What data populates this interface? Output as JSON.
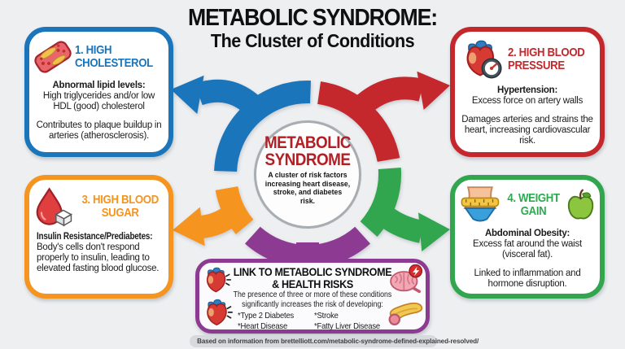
{
  "header": {
    "title_line1": "METABOLIC SYNDROME:",
    "title_line2": "The Cluster of Conditions"
  },
  "center_hub": {
    "title_line1": "METABOLIC",
    "title_line2": "SYNDROME",
    "desc_lines": [
      "A cluster of risk factors",
      "increasing heart disease,",
      "stroke, and diabetes",
      "risk."
    ]
  },
  "boxes": {
    "cholesterol": {
      "title_line1": "1. HIGH",
      "title_line2": "CHOLESTEROL",
      "lead": "Abnormal lipid levels:",
      "body1": "High triglycerides and/or low HDL (good) cholesterol",
      "body2": "Contributes to plaque buildup in arteries (atherosclerosis).",
      "accent": "#1b75bb",
      "icon": "artery-plaque-icon"
    },
    "blood_pressure": {
      "title_line1": "2. HIGH BLOOD",
      "title_line2": "PRESSURE",
      "lead": "Hypertension:",
      "body1": "Excess force on artery walls",
      "body2": "Damages arteries and strains the heart, increasing cardiovascular risk.",
      "accent": "#c5282c",
      "icon": "heart-gauge-icon"
    },
    "blood_sugar": {
      "title_line1": "3. HIGH BLOOD",
      "title_line2": "SUGAR",
      "lead": "Insulin Resistance/Prediabetes:",
      "body1": "Body's cells don't respond properly to insulin, leading to elevated fasting blood glucose.",
      "accent": "#f5941f",
      "icon": "blood-drop-sugar-cube-icon"
    },
    "weight_gain": {
      "title_line1": "4. WEIGHT",
      "title_line2": "GAIN",
      "lead": "Abdominal Obesity:",
      "body1": "Excess fat around the waist (visceral fat).",
      "body2": "Linked to inflammation and hormone disruption.",
      "accent": "#31a64f",
      "icons": [
        "waist-tape-icon",
        "apple-icon"
      ]
    }
  },
  "link_box": {
    "title_line1": "LINK TO METABOLIC SYNDROME",
    "title_line2": "& HEALTH RISKS",
    "intro_line1": "The presence of three or more of these conditions",
    "intro_line2": "significantly increases the risk of developing:",
    "risks_col1": [
      "*Type 2 Diabetes",
      "*Heart Disease"
    ],
    "risks_col2": [
      "*Stroke",
      "*Fatty Liver Disease"
    ],
    "accent": "#8d3b92",
    "icons": [
      "heart-icon",
      "heart-icon",
      "brain-stroke-icon",
      "pancreas-icon"
    ]
  },
  "footer": {
    "source": "Based on information from brettelliott.com/metabolic-syndrome-defined-explained-resolved/"
  },
  "colors": {
    "background": "#edeff1",
    "blue": "#1b75bb",
    "red": "#c5282c",
    "orange": "#f5941f",
    "green": "#31a64f",
    "purple": "#8d3b92",
    "hub_title_red": "#b22026",
    "footer_bg": "#d7dadd"
  }
}
